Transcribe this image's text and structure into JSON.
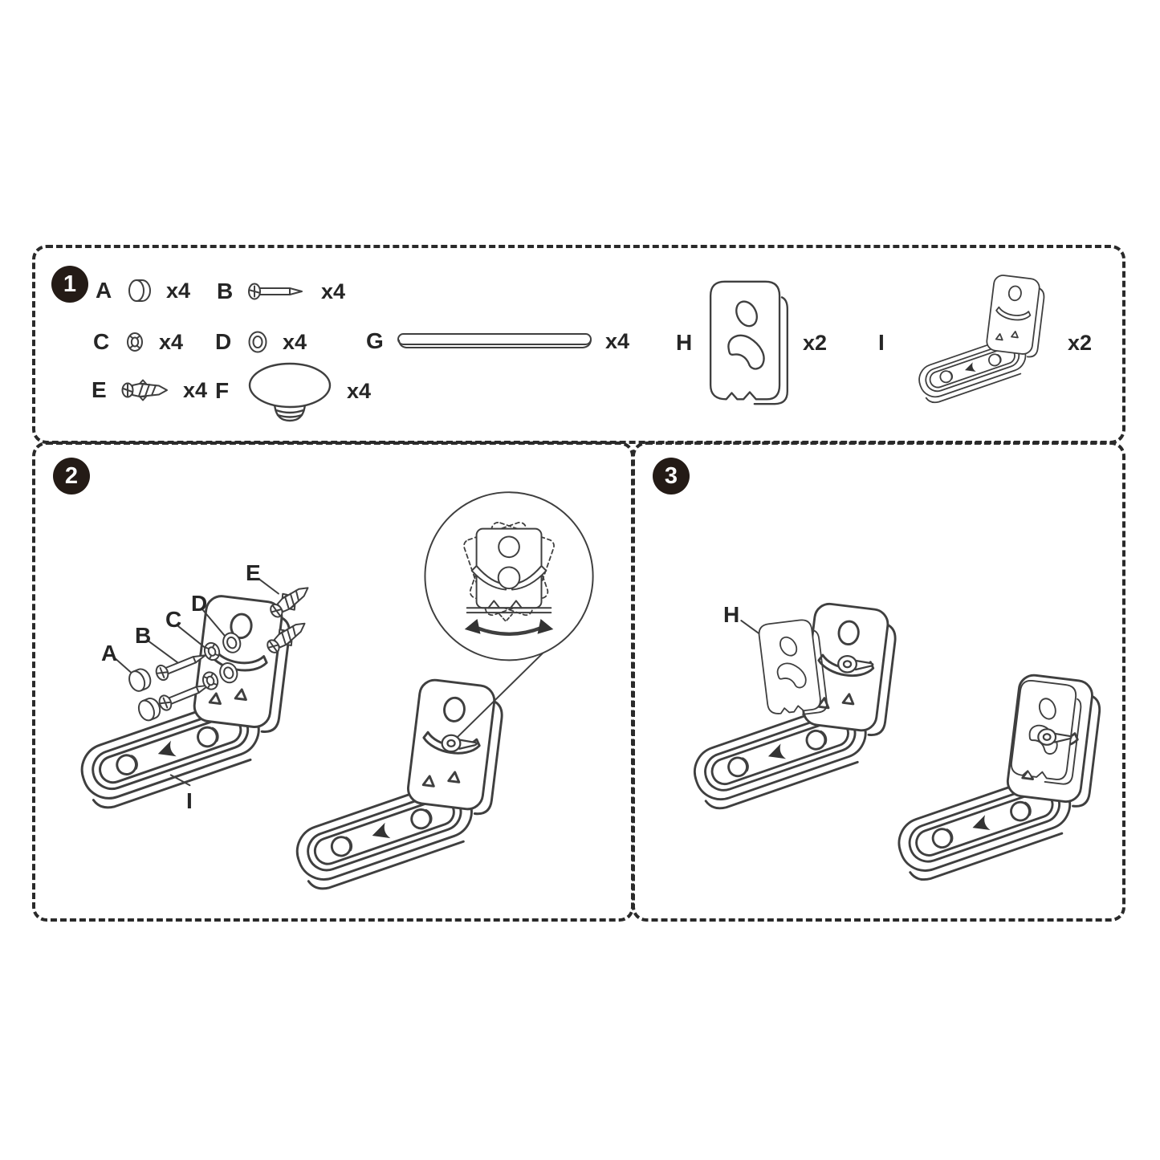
{
  "steps": [
    {
      "number": "1"
    },
    {
      "number": "2"
    },
    {
      "number": "3"
    }
  ],
  "parts": [
    {
      "label": "A",
      "qty": "x4",
      "icon": "cap"
    },
    {
      "label": "B",
      "qty": "x4",
      "icon": "screw"
    },
    {
      "label": "C",
      "qty": "x4",
      "icon": "flange-nut"
    },
    {
      "label": "D",
      "qty": "x4",
      "icon": "washer"
    },
    {
      "label": "E",
      "qty": "x4",
      "icon": "wall-anchor"
    },
    {
      "label": "F",
      "qty": "x4",
      "icon": "round-foot"
    },
    {
      "label": "G",
      "qty": "x4",
      "icon": "spacer-bar"
    },
    {
      "label": "H",
      "qty": "x2",
      "icon": "mounting-plate"
    },
    {
      "label": "I",
      "qty": "x2",
      "icon": "l-bracket"
    }
  ],
  "step2": {
    "callouts": {
      "A": "A",
      "B": "B",
      "C": "C",
      "D": "D",
      "E": "E",
      "I": "I"
    }
  },
  "step3": {
    "callouts": {
      "H": "H"
    }
  },
  "colors": {
    "line": "#3f3f3f",
    "border": "#2a2a2a",
    "badge_bg": "#241b16",
    "badge_text": "#ffffff",
    "text": "#262626",
    "background": "#ffffff"
  }
}
